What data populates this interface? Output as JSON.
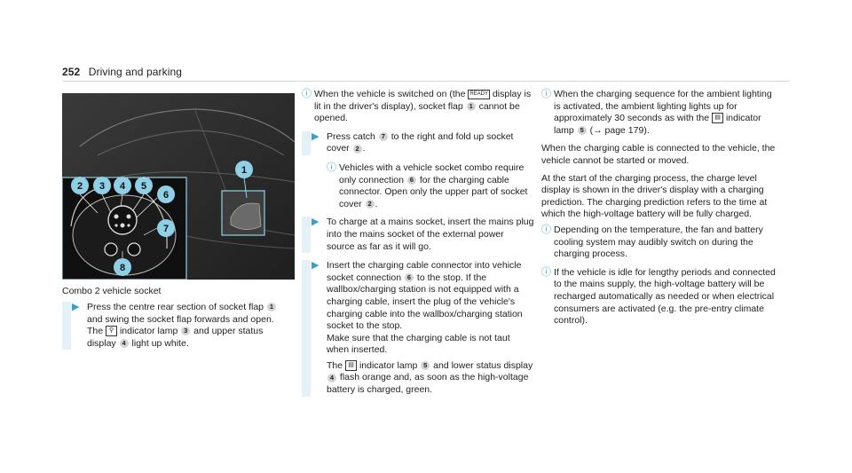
{
  "header": {
    "page_number": "252",
    "section": "Driving and parking"
  },
  "figure": {
    "caption": "Combo 2 vehicle socket",
    "callouts": [
      "1",
      "2",
      "3",
      "4",
      "5",
      "6",
      "7",
      "8"
    ]
  },
  "col1": {
    "step1_a": "Press the centre rear section of socket flap",
    "step1_n1": "1",
    "step1_b": "and swing the socket flap forwards and open.",
    "step1_c": "The",
    "step1_d": "indicator lamp",
    "step1_n3": "3",
    "step1_e": "and upper status display",
    "step1_n4": "4",
    "step1_f": "light up white."
  },
  "col2": {
    "note1_a": "When the vehicle is switched on (the",
    "note1_sym": "READY",
    "note1_b": "display is lit in the driver's display), socket flap",
    "note1_n1": "1",
    "note1_c": "cannot be opened.",
    "step2_a": "Press catch",
    "step2_n7": "7",
    "step2_b": "to the right and fold up socket cover",
    "step2_n2": "2",
    "step2_c": ".",
    "note2_a": "Vehicles with a vehicle socket combo require only connection",
    "note2_n6": "6",
    "note2_b": "for the charging cable connector. Open only the upper part of socket cover",
    "note2_n2": "2",
    "note2_c": ".",
    "step3": "To charge at a mains socket, insert the mains plug into the mains socket of the external power source as far as it will go.",
    "step4_a": "Insert the charging cable connector into vehicle socket connection",
    "step4_n6": "6",
    "step4_b": "to the stop. If the wallbox/charging station is not equipped with a charging cable, insert the plug of the vehicle's charging cable into the wallbox/charging station socket to the stop.",
    "step4_c": "Make sure that the charging cable is not taut when inserted.",
    "step4_d": "The",
    "step4_e": "indicator lamp",
    "step4_n5": "5",
    "step4_f": "and lower status display",
    "step4_n4": "4",
    "step4_g": "flash orange and, as soon as the high-voltage battery is charged, green."
  },
  "col3": {
    "note3_a": "When the charging sequence for the ambient lighting is activated, the ambient lighting lights up for approximately 30 seconds as with the",
    "note3_b": "indicator lamp",
    "note3_n5": "5",
    "note3_c": "(→ page 179).",
    "para1": "When the charging cable is connected to the vehicle, the vehicle cannot be started or moved.",
    "para2": "At the start of the charging process, the charge level display is shown in the driver's display with a charging prediction. The charging prediction refers to the time at which the high-voltage battery will be fully charged.",
    "note4": "Depending on the temperature, the fan and battery cooling system may audibly switch on during the charging process.",
    "note5": "If the vehicle is idle for lengthy periods and connected to the mains supply, the high-voltage battery will be recharged automatically as needed or when electrical consumers are activated (e.g. the pre-entry climate control)."
  },
  "icons": {
    "step_mark": "triangle-right-icon",
    "note_mark": "info-icon",
    "lock": "lock-open-icon",
    "plug": "plug-icon"
  },
  "colors": {
    "accent": "#3a9fc9",
    "step_bar": "#e4f1f7"
  }
}
